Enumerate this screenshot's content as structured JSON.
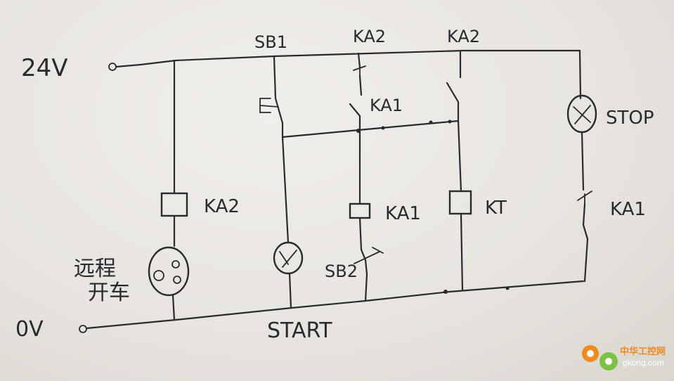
{
  "rails": {
    "top_label": "24V",
    "bottom_label": "0V"
  },
  "components": {
    "sb1": "SB1",
    "ka2_top_no": "KA2",
    "ka2_top_nc": "KA2",
    "ka2_coil": "KA2",
    "ka1_coil": "KA1",
    "kt_coil": "KT",
    "ka1_contact": "KA1",
    "ka1_aux": "KA1",
    "sb2": "SB2",
    "stop_lamp": "STOP",
    "start_lamp": "START",
    "remote_label_1": "远程",
    "remote_label_2": "开车"
  },
  "watermark": {
    "cn": "中华工控网",
    "url": "gkong.com"
  },
  "colors": {
    "ink": "#2a2a2e",
    "paper": "#ebe8e3",
    "watermark_orange": "#f08a1c",
    "watermark_green": "#7cc242"
  }
}
